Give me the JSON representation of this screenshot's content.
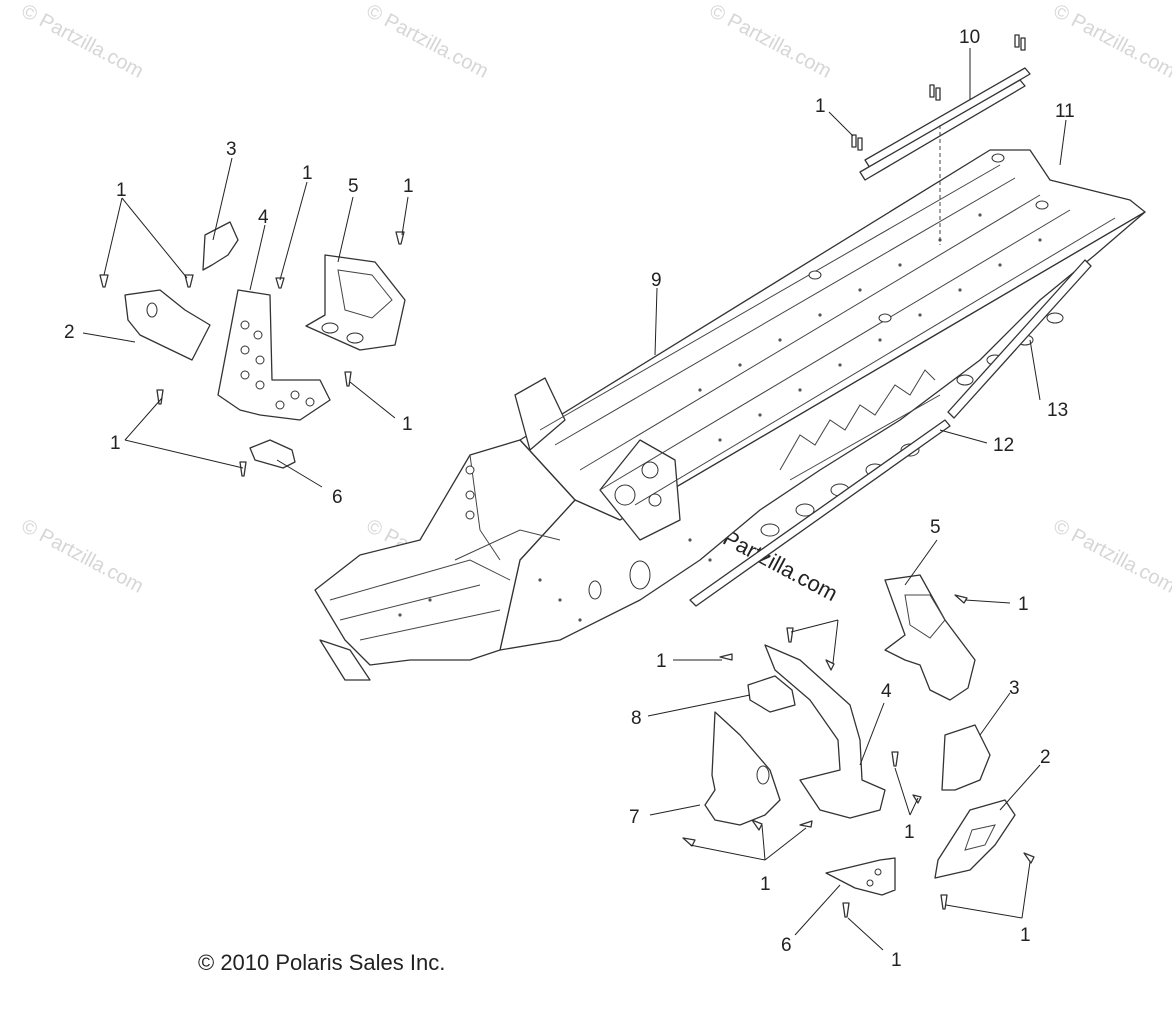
{
  "copyright": "© 2010 Polaris Sales Inc.",
  "watermark": "© Partzilla.com",
  "center_watermark": "©Partzilla.com",
  "callouts": {
    "c1a": "1",
    "c1b": "1",
    "c1c": "1",
    "c1d": "1",
    "c1e": "1",
    "c1f": "1",
    "c1g": "1",
    "c1h": "1",
    "c1i": "1",
    "c1j": "1",
    "c1k": "1",
    "c2a": "2",
    "c2b": "2",
    "c3a": "3",
    "c3b": "3",
    "c4a": "4",
    "c4b": "4",
    "c5a": "5",
    "c5b": "5",
    "c6a": "6",
    "c6b": "6",
    "c7": "7",
    "c8": "8",
    "c9": "9",
    "c10": "10",
    "c11": "11",
    "c12": "12",
    "c13": "13"
  }
}
